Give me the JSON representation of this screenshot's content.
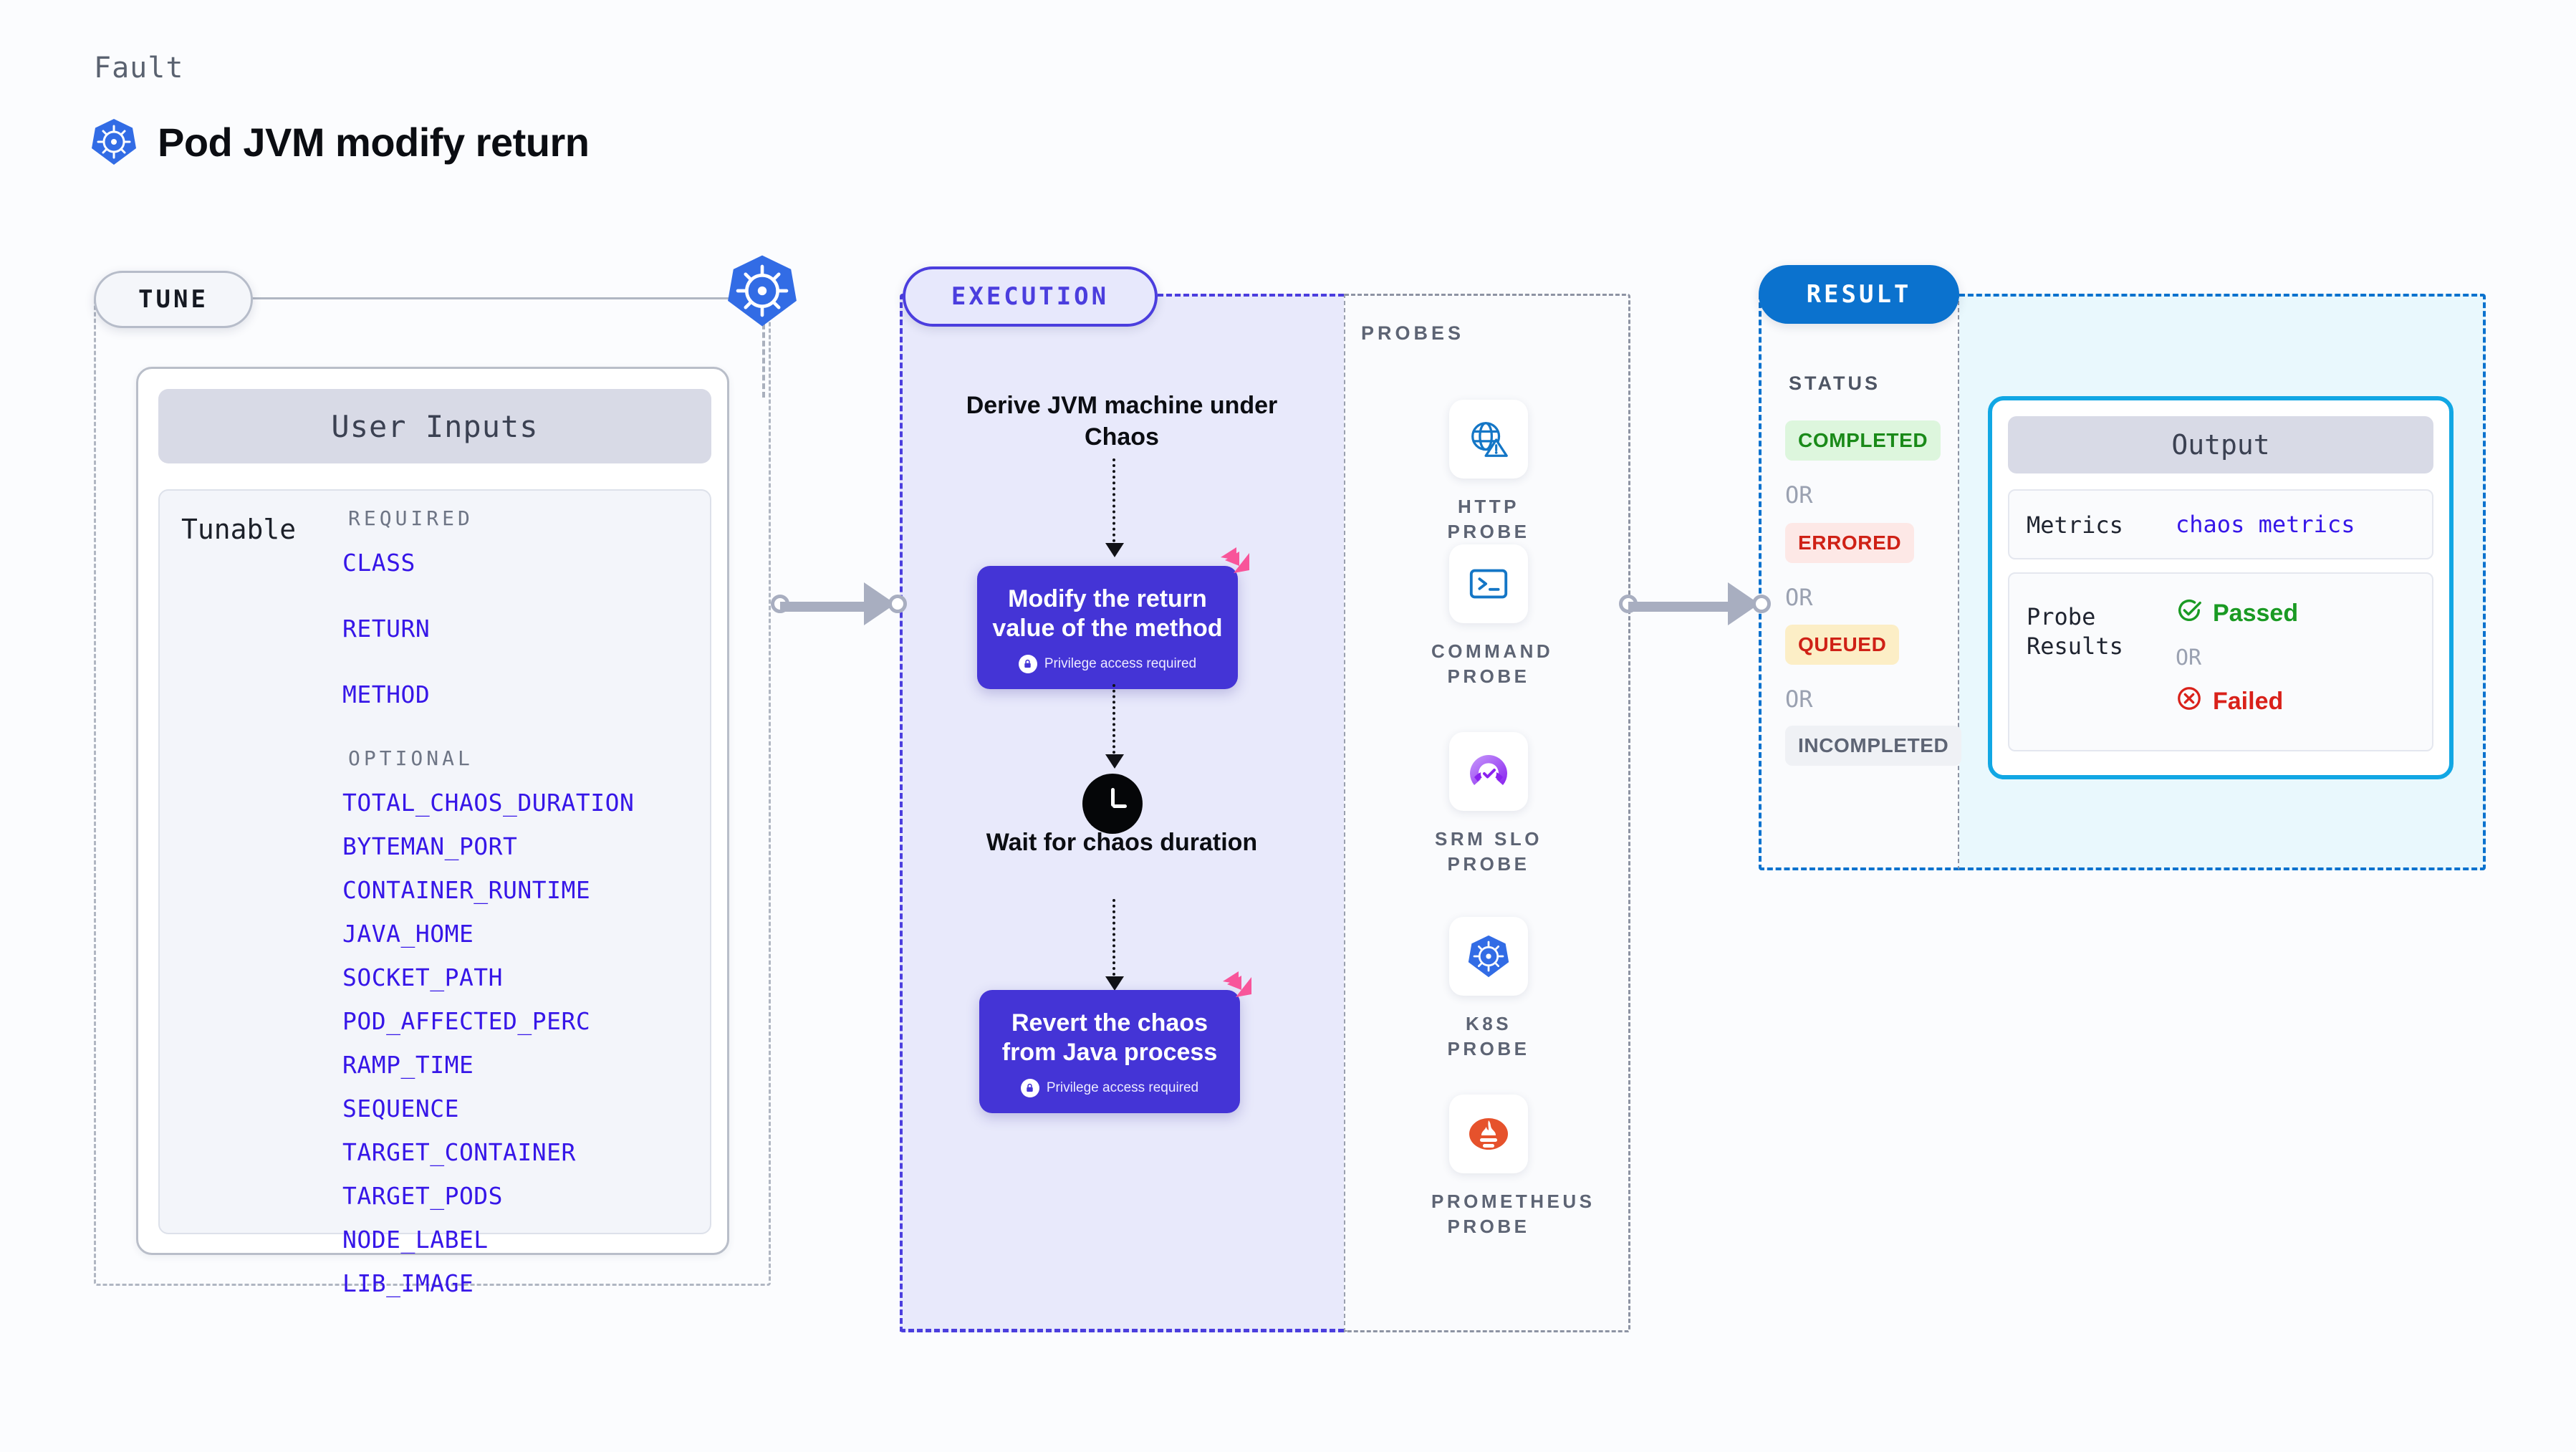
{
  "header": {
    "eyebrow": "Fault",
    "title": "Pod JVM modify return",
    "icon": "kubernetes-icon"
  },
  "tune": {
    "pill": "TUNE",
    "card_title": "User Inputs",
    "tunable_label": "Tunable",
    "groups": [
      {
        "label": "REQUIRED",
        "params": [
          "CLASS",
          "RETURN",
          "METHOD"
        ]
      },
      {
        "label": "OPTIONAL",
        "params": [
          "TOTAL_CHAOS_DURATION",
          "BYTEMAN_PORT",
          "CONTAINER_RUNTIME",
          "JAVA_HOME",
          "SOCKET_PATH",
          "POD_AFFECTED_PERC",
          "RAMP_TIME",
          "SEQUENCE",
          "TARGET_CONTAINER",
          "TARGET_PODS",
          "NODE_LABEL",
          "LIB_IMAGE"
        ]
      }
    ]
  },
  "execution": {
    "pill": "EXECUTION",
    "step_derive": "Derive JVM machine under Chaos",
    "action_modify": "Modify the return value of the method",
    "action_modify_sub": "Privilege access required",
    "step_wait": "Wait for chaos duration",
    "action_revert": "Revert the chaos from Java process",
    "action_revert_sub": "Privilege access required"
  },
  "probes": {
    "title": "PROBES",
    "items": [
      {
        "label": "HTTP PROBE",
        "icon": "globe-warning-icon"
      },
      {
        "label": "COMMAND PROBE",
        "icon": "terminal-icon"
      },
      {
        "label": "SRM SLO PROBE",
        "icon": "srm-slo-icon"
      },
      {
        "label": "K8S PROBE",
        "icon": "kubernetes-icon"
      },
      {
        "label": "PROMETHEUS PROBE",
        "icon": "prometheus-icon"
      }
    ]
  },
  "result": {
    "pill": "RESULT",
    "status_title": "STATUS",
    "or": "OR",
    "statuses": [
      {
        "label": "COMPLETED",
        "bg": "#ddf6dd",
        "fg": "#1a8a19"
      },
      {
        "label": "ERRORED",
        "bg": "#fde8e6",
        "fg": "#cf2116"
      },
      {
        "label": "QUEUED",
        "bg": "#fceec6",
        "fg": "#cf2116"
      },
      {
        "label": "INCOMPLETED",
        "bg": "#eff1f5",
        "fg": "#5d6474"
      }
    ]
  },
  "output": {
    "card_title": "Output",
    "metrics_key": "Metrics",
    "metrics_value": "chaos metrics",
    "probe_results_key": "Probe\nResults",
    "probe_results_key_l1": "Probe",
    "probe_results_key_l2": "Results",
    "passed": "Passed",
    "or": "OR",
    "failed": "Failed"
  },
  "colors": {
    "accent_purple": "#4434d6",
    "accent_blue": "#0b72ce",
    "accent_cyan": "#11a7e4",
    "param_blue": "#3616e8",
    "pink_badge": "#f8559a",
    "k8s_blue": "#326ce5",
    "page_bg": "#fbfcfe"
  }
}
